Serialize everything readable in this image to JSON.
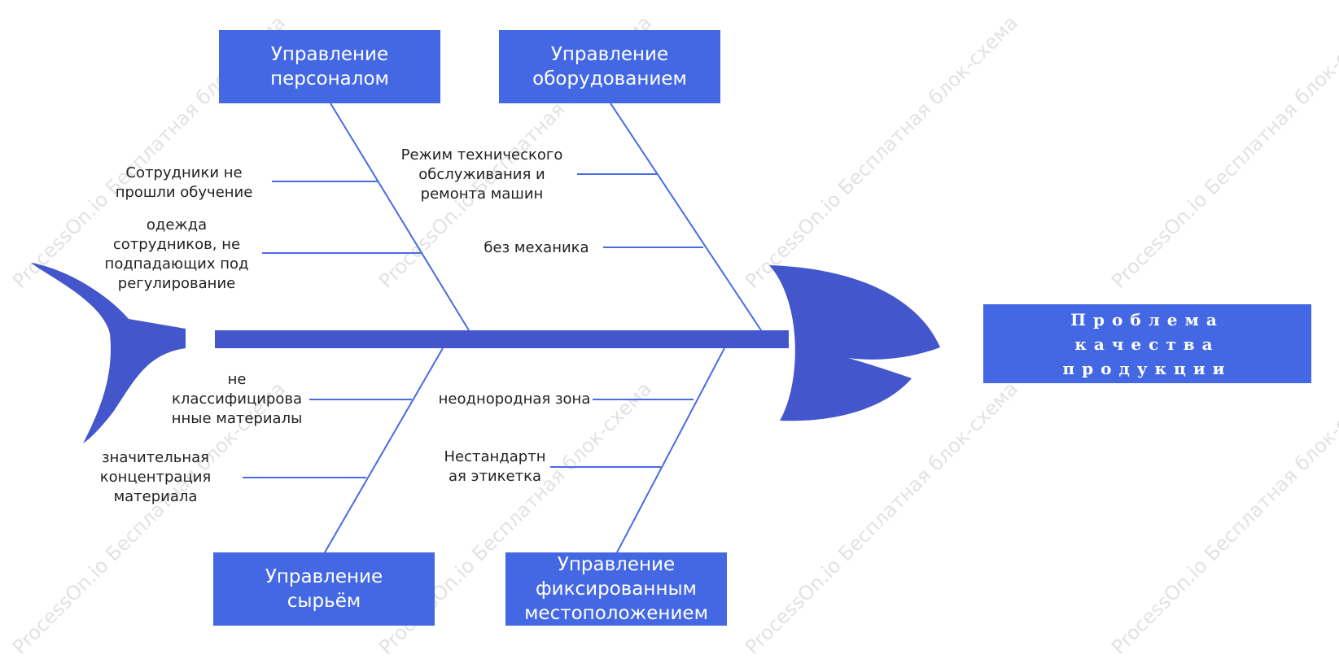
{
  "problem": {
    "label": "Проблема качества продукции"
  },
  "categories": {
    "personnel": "Управление\nперсоналом",
    "equipment": "Управление\nоборудованием",
    "materials": "Управление\nсырьём",
    "location": "Управление\nфиксированным\nместоположением"
  },
  "causes": {
    "personnel": [
      "Сотрудники не\nпрошли обучение",
      "одежда\nсотрудников, не\nподпадающих под\nрегулирование"
    ],
    "equipment": [
      "Режим технического\nобслуживания и\nремонта машин",
      "без механика"
    ],
    "materials": [
      "не\nклассифицирова\nнные материалы",
      "значительная\nконцентрация\nматериала"
    ],
    "location": [
      "неоднородная зона",
      "Нестандартн\nая этикетка"
    ]
  },
  "watermark": "ProcessOn.io Бесплатная блок-схема",
  "colors": {
    "box": "#4468e3",
    "fish": "#4356cc",
    "line": "#4a6ae6"
  }
}
